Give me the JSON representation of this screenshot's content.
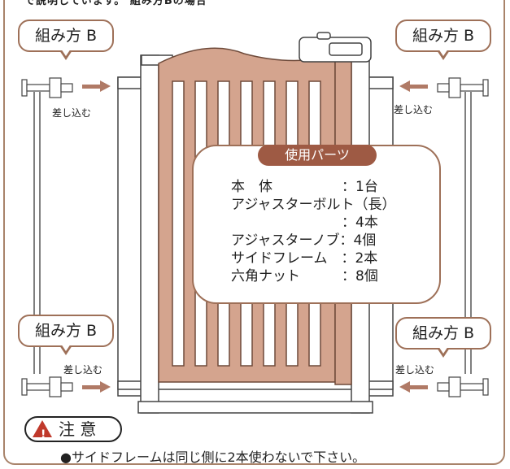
{
  "header_fragment": "で説明しています。 組み方Bの場合",
  "callouts": {
    "top_left": "組み方 B",
    "top_right": "組み方 B",
    "bottom_left": "組み方 B",
    "bottom_right": "組み方 B"
  },
  "insert_labels": {
    "top_left": "差し込む",
    "top_right": "差し込む",
    "bottom_left": "差し込む",
    "bottom_right": "差し込む"
  },
  "parts": {
    "title": "使用パーツ",
    "lines": [
      "本　体　　　　　：1台",
      "アジャスターボルト（長）",
      "　　　　　　　　：4本",
      "アジャスターノブ：4個",
      "サイドフレーム　：2本",
      "六角ナット　　　：8個"
    ]
  },
  "caution": {
    "icon": "warning-triangle-icon",
    "icon_symbol": "!",
    "label": "注 意",
    "note": "●サイドフレームは同じ側に2本使わないで下さい。"
  },
  "colors": {
    "frame": "#a8836a",
    "wood": "#d4a48e",
    "wood_dark": "#8b5a45",
    "accent": "#9e5a44",
    "warning": "#c0392b"
  }
}
